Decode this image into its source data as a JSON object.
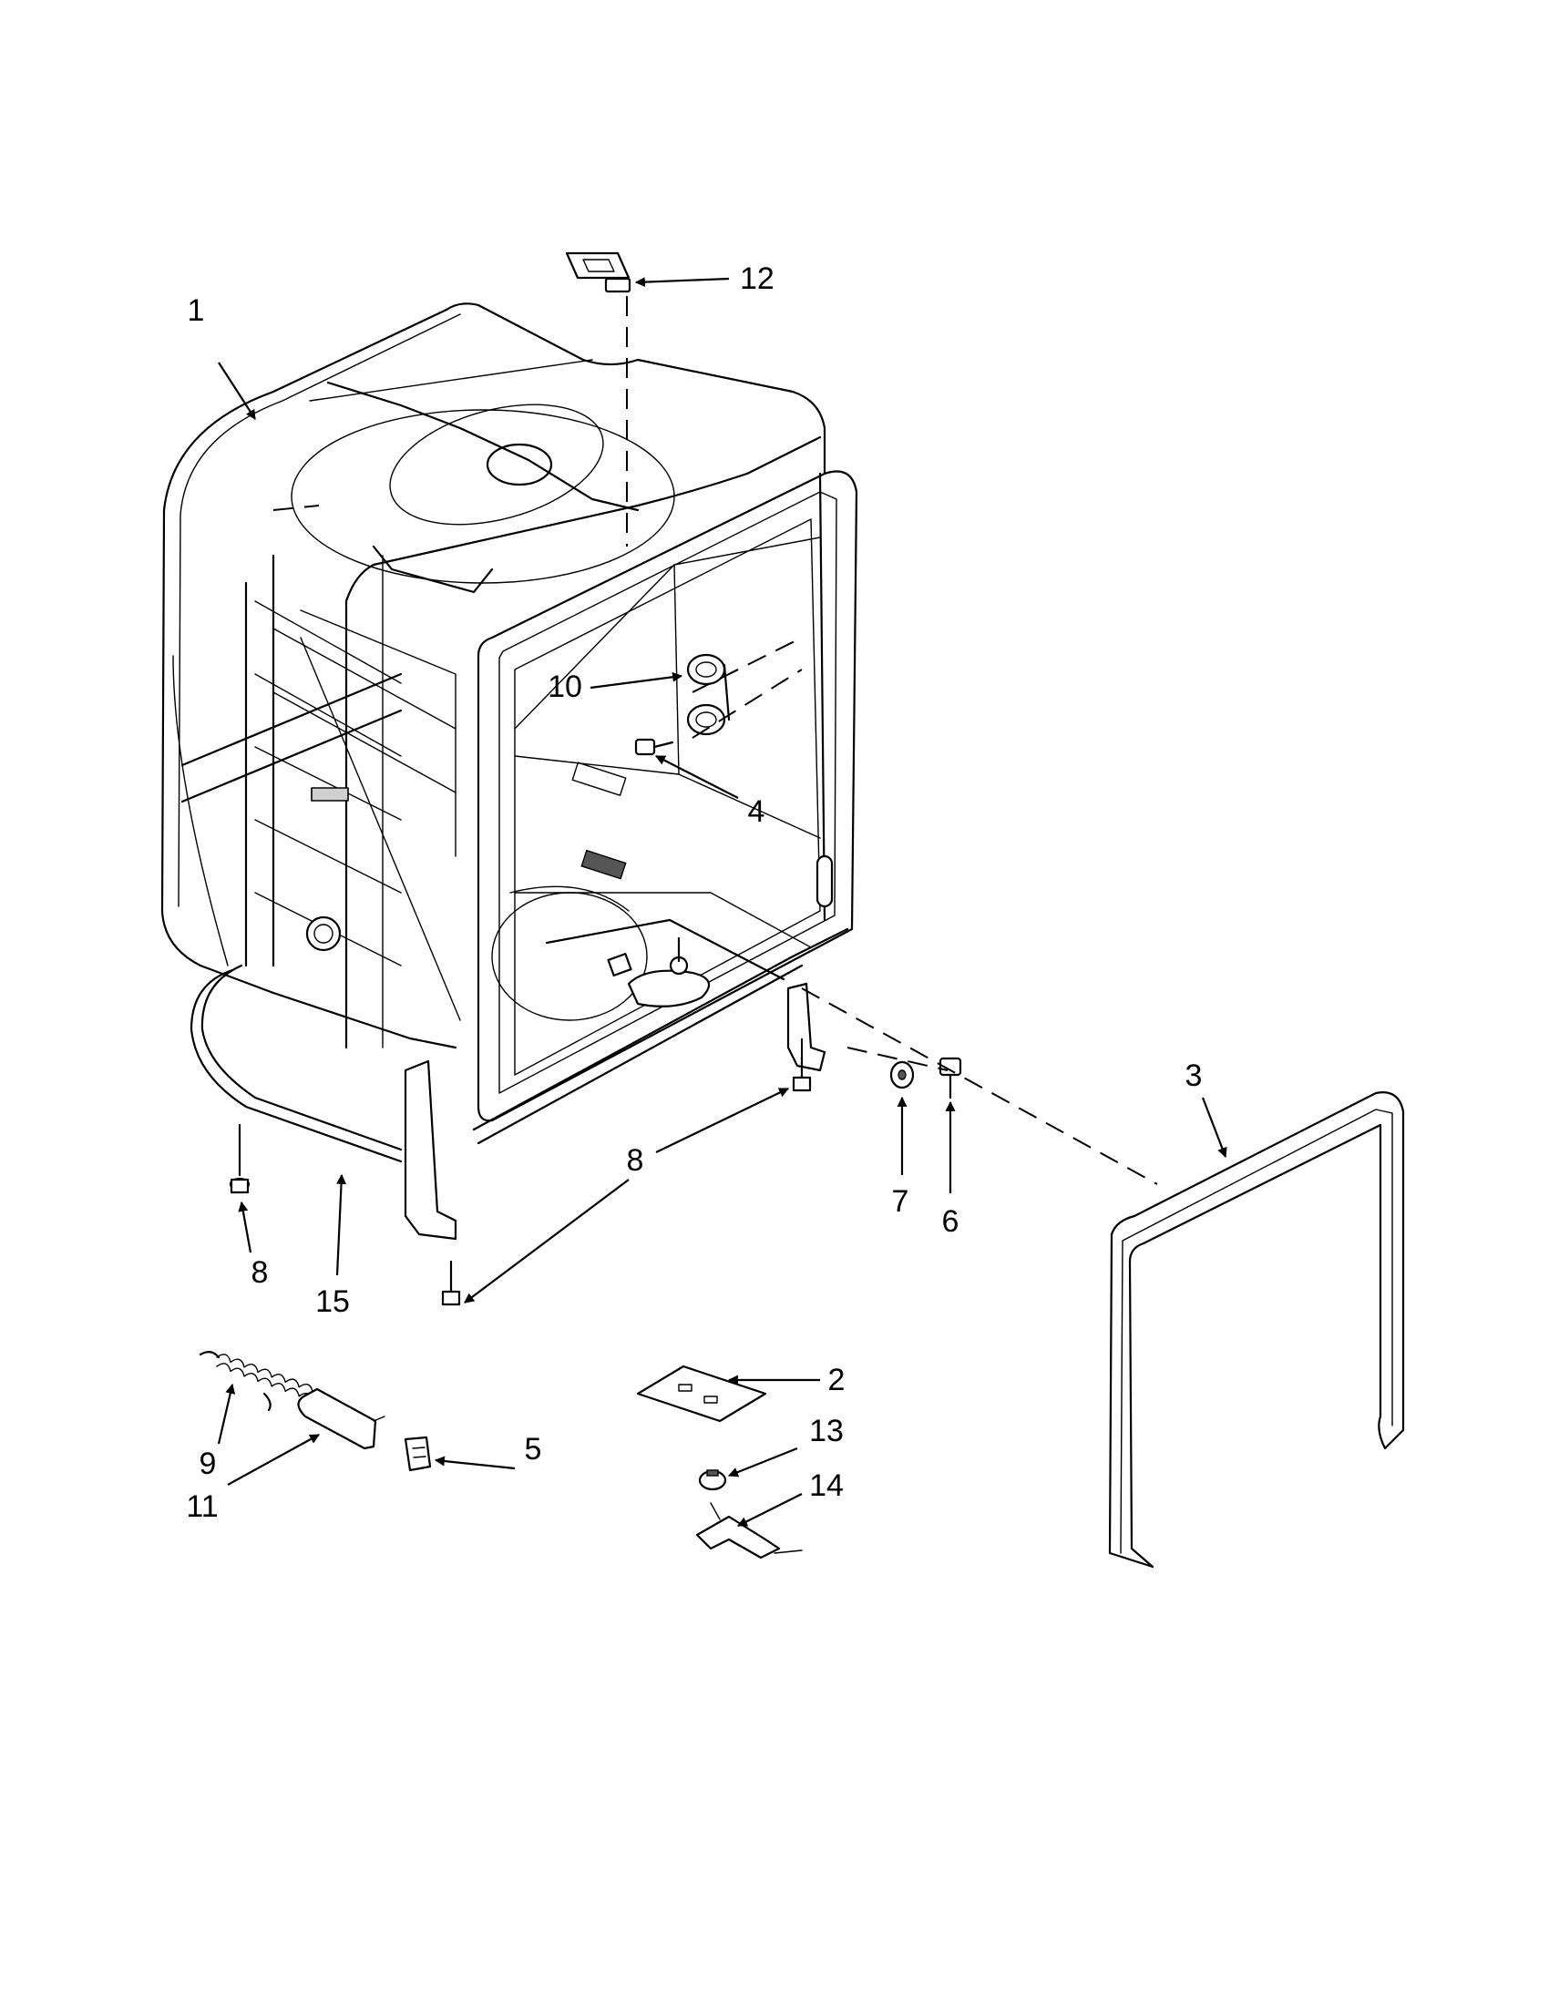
{
  "diagram": {
    "callouts": [
      {
        "id": "c1",
        "label": "1"
      },
      {
        "id": "c2",
        "label": "2"
      },
      {
        "id": "c3",
        "label": "3"
      },
      {
        "id": "c4",
        "label": "4"
      },
      {
        "id": "c5",
        "label": "5"
      },
      {
        "id": "c6",
        "label": "6"
      },
      {
        "id": "c7",
        "label": "7"
      },
      {
        "id": "c8a",
        "label": "8"
      },
      {
        "id": "c8b",
        "label": "8"
      },
      {
        "id": "c8c",
        "label": "8"
      },
      {
        "id": "c9",
        "label": "9"
      },
      {
        "id": "c10",
        "label": "10"
      },
      {
        "id": "c11",
        "label": "11"
      },
      {
        "id": "c12",
        "label": "12"
      },
      {
        "id": "c13",
        "label": "13"
      },
      {
        "id": "c14",
        "label": "14"
      },
      {
        "id": "c15",
        "label": "15"
      }
    ]
  }
}
